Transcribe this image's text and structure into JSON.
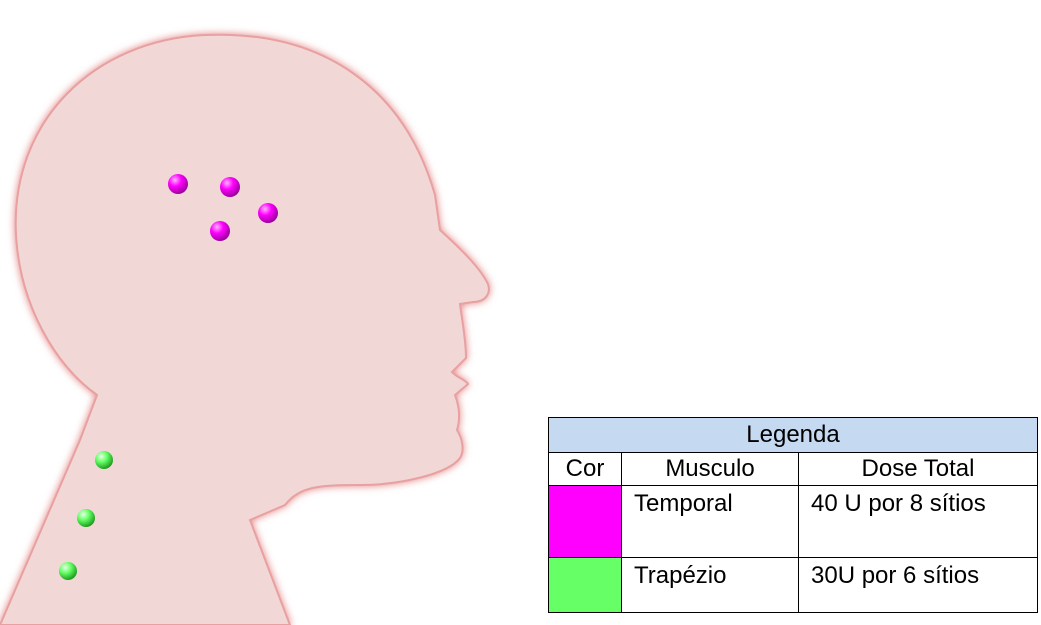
{
  "legend": {
    "title": "Legenda",
    "headers": {
      "color": "Cor",
      "muscle": "Musculo",
      "dose": "Dose Total"
    },
    "rows": [
      {
        "color": "#ff00ff",
        "muscle": "Temporal",
        "dose": "40 U por 8 sítios"
      },
      {
        "color": "#66ff66",
        "muscle": "Trapézio",
        "dose": "30U por 6 sítios"
      }
    ]
  },
  "colors": {
    "head_fill": "#f2d7d7",
    "head_outline": "#e8a0a0",
    "temporal_marker": "#ff00ff",
    "trapezius_marker": "#66ff66"
  },
  "markers": {
    "temporal_count": 4,
    "trapezius_count": 3
  }
}
